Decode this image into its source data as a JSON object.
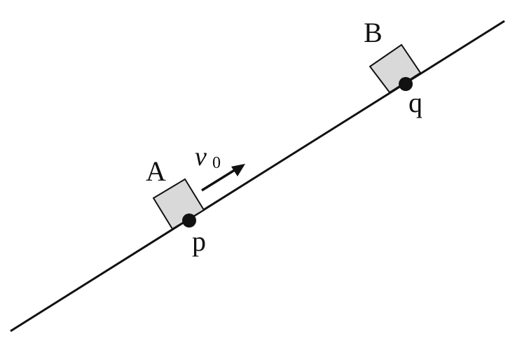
{
  "labels": {
    "block_a": "A",
    "block_b": "B",
    "point_p": "p",
    "point_q": "q",
    "velocity": "v",
    "velocity_subscript": "0"
  },
  "colors": {
    "block_fill": "#d9d9d9",
    "line": "#111111"
  }
}
